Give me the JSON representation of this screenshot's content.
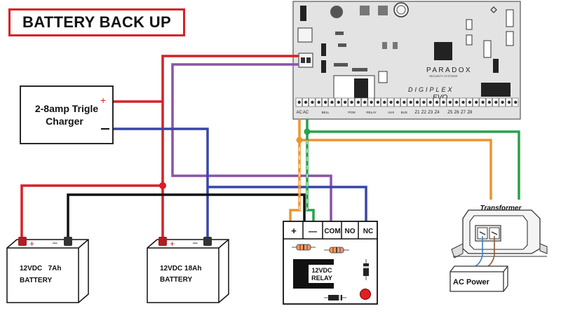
{
  "title": "BATTERY BACK UP",
  "charger": {
    "line1": "2-8amp Trigle",
    "line2": "Charger"
  },
  "battery_small": {
    "line1": "12VDC   7Ah",
    "line2": "BATTERY"
  },
  "battery_large": {
    "line1": "12VDC 18Ah",
    "line2": "BATTERY"
  },
  "relay": {
    "terminals": [
      "+",
      "—",
      "COM",
      "NO",
      "NC"
    ],
    "label_line1": "12VDC",
    "label_line2": "RELAY"
  },
  "panel": {
    "brand": "PARADOX",
    "brand_sub": "SECURITY SYSTEMS",
    "model": "DIGIPLEX",
    "model_sub": "EVO",
    "terminals": [
      "AC",
      "AC",
      "",
      "",
      "BELL",
      "",
      "",
      "",
      "PGM",
      "",
      "",
      "RELAY",
      "",
      "",
      "AUX",
      "",
      "BUS",
      "",
      "Z1",
      "Z2",
      "Z3",
      "Z4",
      "",
      "Z5",
      "Z6",
      "Z7",
      "Z8",
      "",
      "",
      "",
      "",
      "",
      "",
      ""
    ]
  },
  "transformer": {
    "label": "Transformer"
  },
  "ac_power": {
    "label": "AC Power"
  },
  "colors": {
    "red": "#d62027",
    "purple": "#8c52a8",
    "blue": "#3846a8",
    "black": "#111111",
    "orange": "#f0932b",
    "green": "#2aa14a",
    "panel_bg": "#e3e3e3"
  }
}
